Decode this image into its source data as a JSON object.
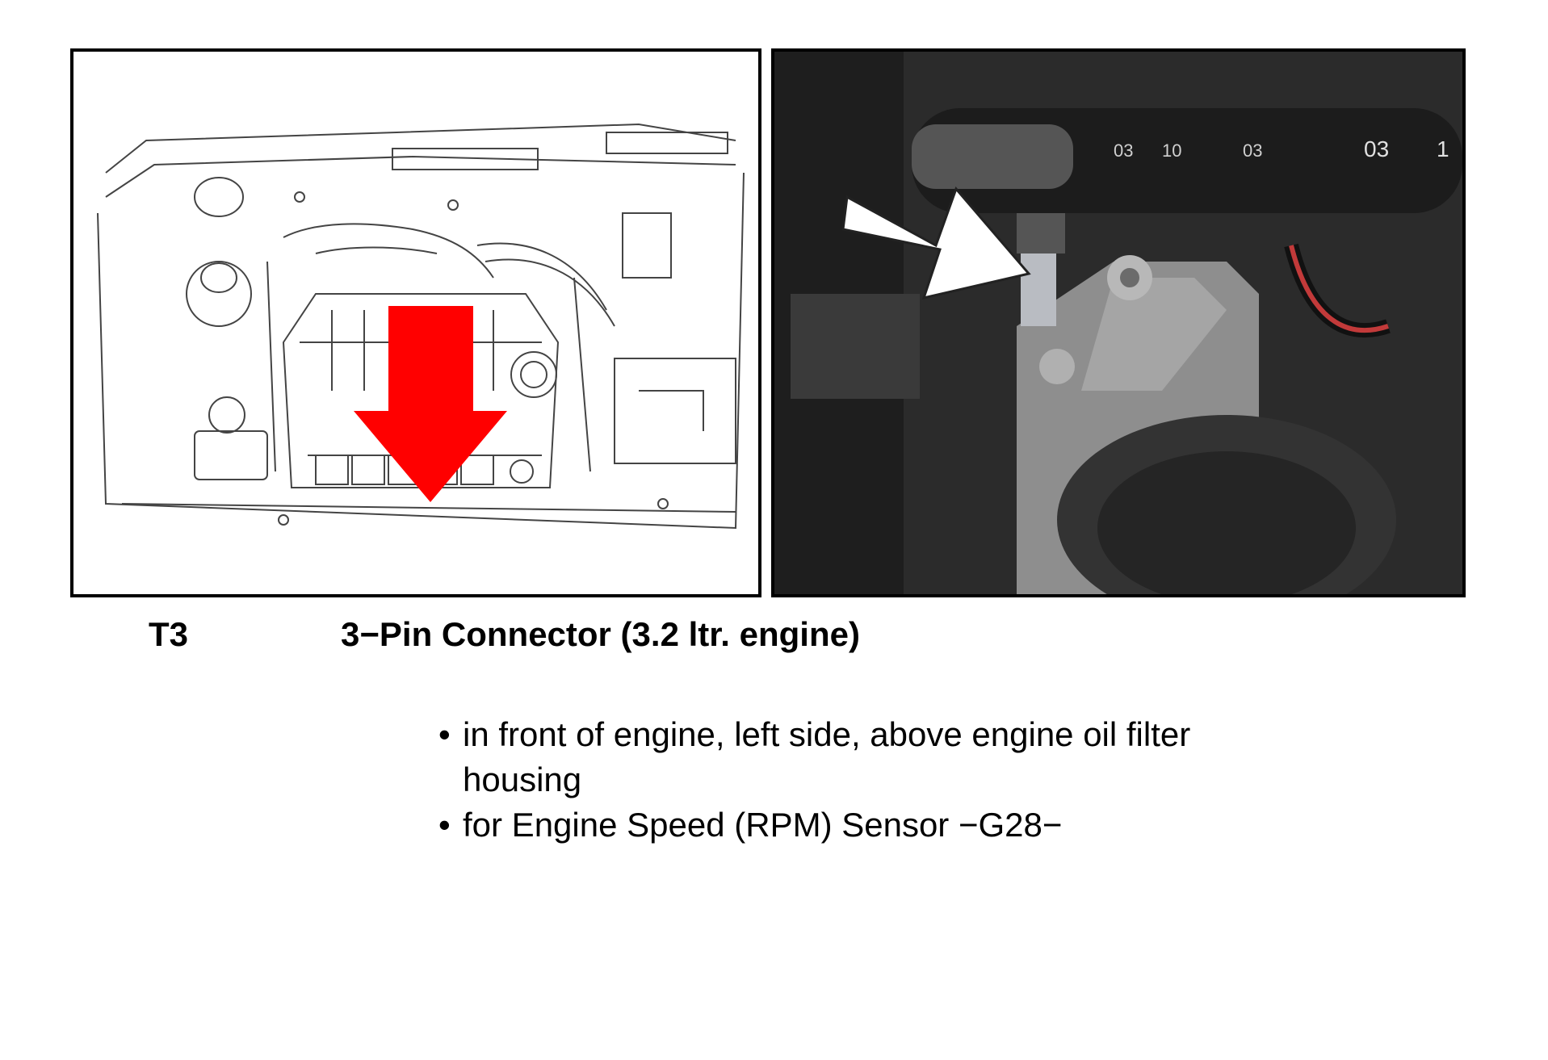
{
  "caption": {
    "code": "T3",
    "title": "3−Pin Connector (3.2 ltr. engine)"
  },
  "notes": {
    "bullet_glyph": "•",
    "items": [
      "in front of engine, left side, above engine oil filter housing",
      "for Engine Speed (RPM) Sensor −G28−"
    ]
  },
  "photo": {
    "hose_markings": [
      "03",
      "10",
      "03",
      "03",
      "1"
    ]
  },
  "colors": {
    "indicator_arrow": "#ff0000",
    "photo_arrow": "#ffffff"
  }
}
